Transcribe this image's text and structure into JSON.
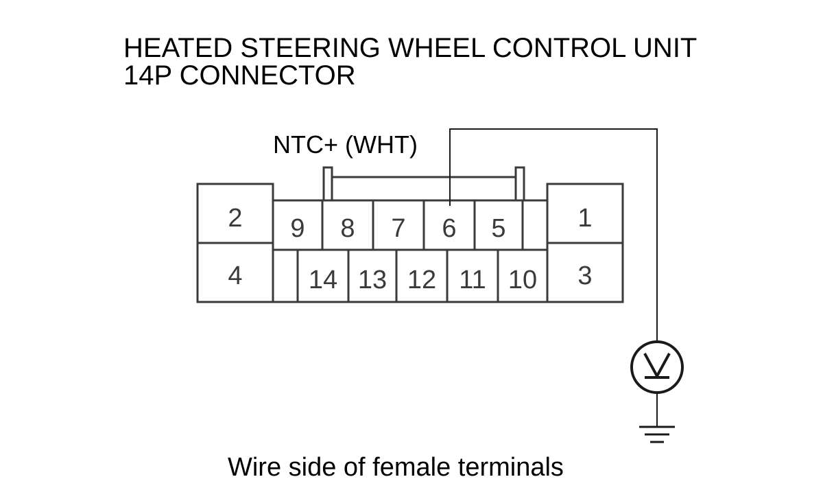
{
  "title": {
    "line1": "HEATED STEERING WHEEL CONTROL UNIT",
    "line2": "14P CONNECTOR"
  },
  "wire_label": "NTC+ (WHT)",
  "caption": "Wire side of female terminals",
  "pins": {
    "p1": "1",
    "p2": "2",
    "p3": "3",
    "p4": "4",
    "p5": "5",
    "p6": "6",
    "p7": "7",
    "p8": "8",
    "p9": "9",
    "p10": "10",
    "p11": "11",
    "p12": "12",
    "p13": "13",
    "p14": "14"
  },
  "meter_icon": "voltmeter-icon",
  "ground_icon": "ground-icon"
}
